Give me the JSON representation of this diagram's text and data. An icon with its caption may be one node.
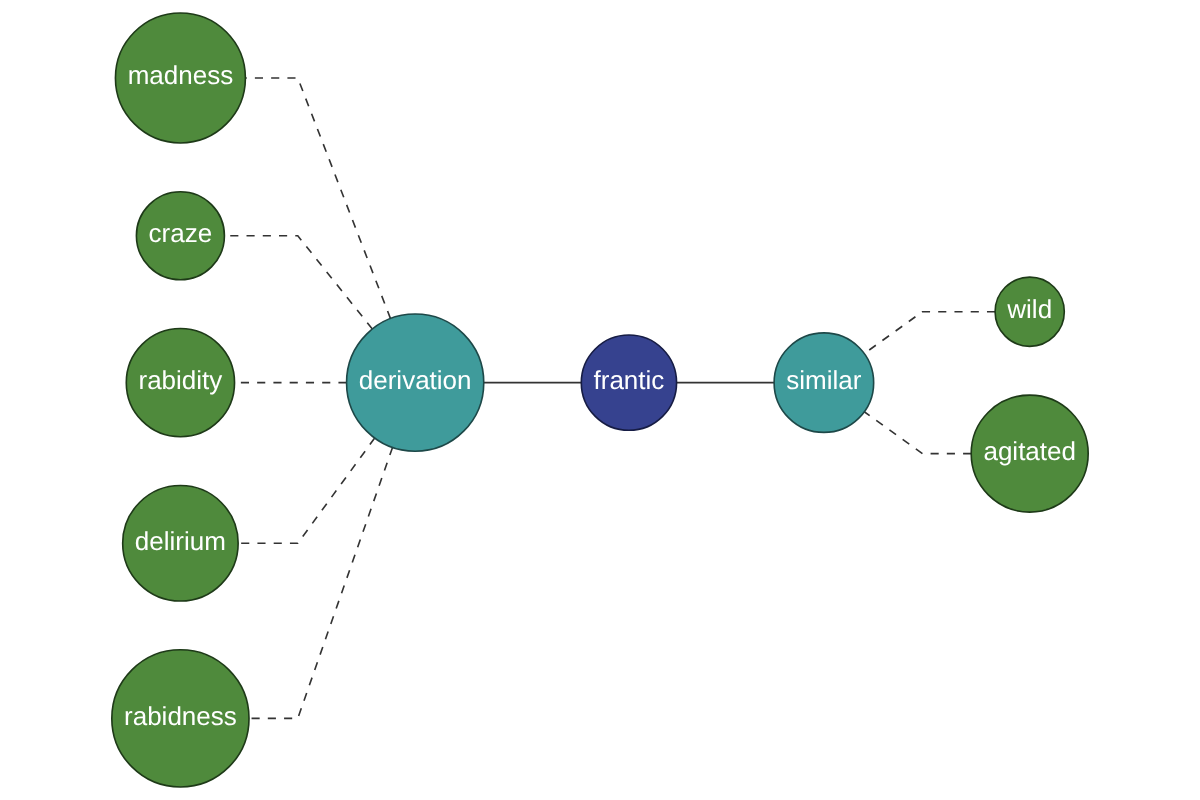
{
  "diagram": {
    "nodes": [
      {
        "text": [
          "wild"
        ]
      },
      {
        "text": [
          "agitated"
        ]
      },
      {
        "text": [
          "similar"
        ]
      },
      {
        "text": [
          "frantic"
        ]
      },
      {
        "text": [
          "madness"
        ]
      },
      {
        "text": [
          "craze"
        ]
      },
      {
        "text": [
          "derivation"
        ]
      },
      {
        "text": [
          "rabidity"
        ]
      },
      {
        "text": [
          "delirium"
        ]
      },
      {
        "text": [
          "rabidness"
        ]
      }
    ],
    "edges": [
      {
        "from": 0,
        "to": 2,
        "arrow": "none",
        "style": "dashed"
      },
      {
        "from": 1,
        "to": 2,
        "arrow": "none",
        "style": "dashed"
      },
      {
        "from": 2,
        "to": 3,
        "arrow": "none"
      },
      {
        "from": 3,
        "to": 6,
        "arrow": "none"
      },
      {
        "from": 6,
        "to": 4,
        "arrow": "none",
        "style": "dashed"
      },
      {
        "from": 6,
        "to": 5,
        "arrow": "none",
        "style": "dashed"
      },
      {
        "from": 6,
        "to": 7,
        "arrow": "none",
        "style": "dashed"
      },
      {
        "from": 6,
        "to": 8,
        "arrow": "none",
        "style": "dashed"
      },
      {
        "from": 6,
        "to": 9,
        "arrow": "none",
        "style": "dashed"
      }
    ]
  }
}
